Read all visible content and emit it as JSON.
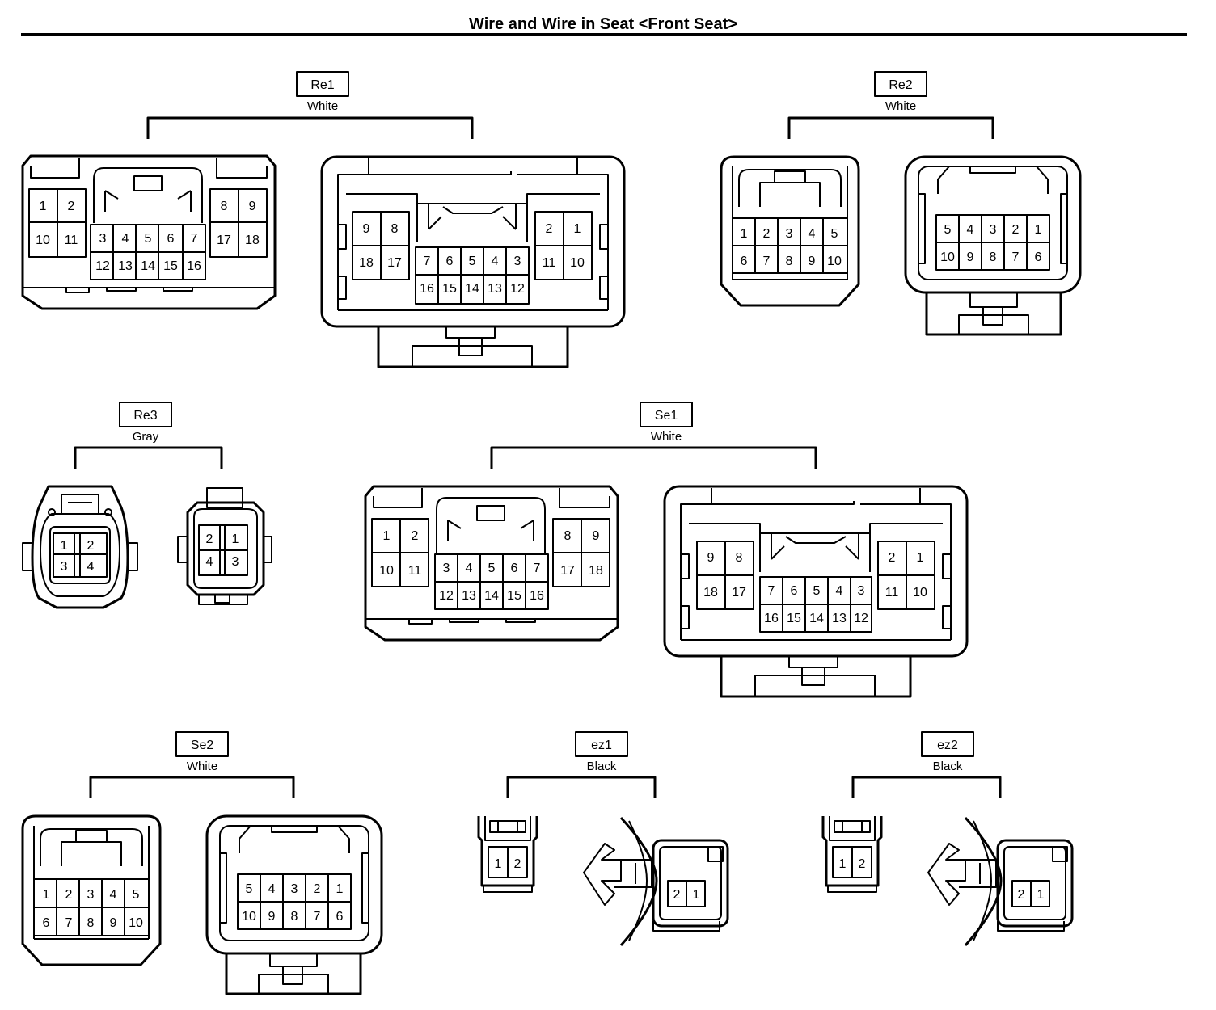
{
  "title": "Wire and Wire in Seat <Front Seat>",
  "connectors": {
    "re1": {
      "code": "Re1",
      "color": "White",
      "female": {
        "top": [
          "1",
          "2",
          "8",
          "9"
        ],
        "bot": [
          "10",
          "11",
          "17",
          "18"
        ],
        "mid_top": [
          "3",
          "4",
          "5",
          "6",
          "7"
        ],
        "mid_bot": [
          "12",
          "13",
          "14",
          "15",
          "16"
        ]
      },
      "male": {
        "top": [
          "9",
          "8",
          "2",
          "1"
        ],
        "bot": [
          "18",
          "17",
          "11",
          "10"
        ],
        "mid_top": [
          "7",
          "6",
          "5",
          "4",
          "3"
        ],
        "mid_bot": [
          "16",
          "15",
          "14",
          "13",
          "12"
        ]
      }
    },
    "re2": {
      "code": "Re2",
      "color": "White",
      "female": {
        "top": [
          "1",
          "2",
          "3",
          "4",
          "5"
        ],
        "bot": [
          "6",
          "7",
          "8",
          "9",
          "10"
        ]
      },
      "male": {
        "top": [
          "5",
          "4",
          "3",
          "2",
          "1"
        ],
        "bot": [
          "10",
          "9",
          "8",
          "7",
          "6"
        ]
      }
    },
    "re3": {
      "code": "Re3",
      "color": "Gray",
      "female": {
        "top": [
          "1",
          "2"
        ],
        "bot": [
          "3",
          "4"
        ]
      },
      "male": {
        "top": [
          "2",
          "1"
        ],
        "bot": [
          "4",
          "3"
        ]
      }
    },
    "se1": {
      "code": "Se1",
      "color": "White",
      "female": {
        "top": [
          "1",
          "2",
          "8",
          "9"
        ],
        "bot": [
          "10",
          "11",
          "17",
          "18"
        ],
        "mid_top": [
          "3",
          "4",
          "5",
          "6",
          "7"
        ],
        "mid_bot": [
          "12",
          "13",
          "14",
          "15",
          "16"
        ]
      },
      "male": {
        "top": [
          "9",
          "8",
          "2",
          "1"
        ],
        "bot": [
          "18",
          "17",
          "11",
          "10"
        ],
        "mid_top": [
          "7",
          "6",
          "5",
          "4",
          "3"
        ],
        "mid_bot": [
          "16",
          "15",
          "14",
          "13",
          "12"
        ]
      }
    },
    "se2": {
      "code": "Se2",
      "color": "White",
      "female": {
        "top": [
          "1",
          "2",
          "3",
          "4",
          "5"
        ],
        "bot": [
          "6",
          "7",
          "8",
          "9",
          "10"
        ]
      },
      "male": {
        "top": [
          "5",
          "4",
          "3",
          "2",
          "1"
        ],
        "bot": [
          "10",
          "9",
          "8",
          "7",
          "6"
        ]
      }
    },
    "ez1": {
      "code": "ez1",
      "color": "Black",
      "female": [
        "1",
        "2"
      ],
      "male": [
        "2",
        "1"
      ]
    },
    "ez2": {
      "code": "ez2",
      "color": "Black",
      "female": [
        "1",
        "2"
      ],
      "male": [
        "2",
        "1"
      ]
    }
  }
}
